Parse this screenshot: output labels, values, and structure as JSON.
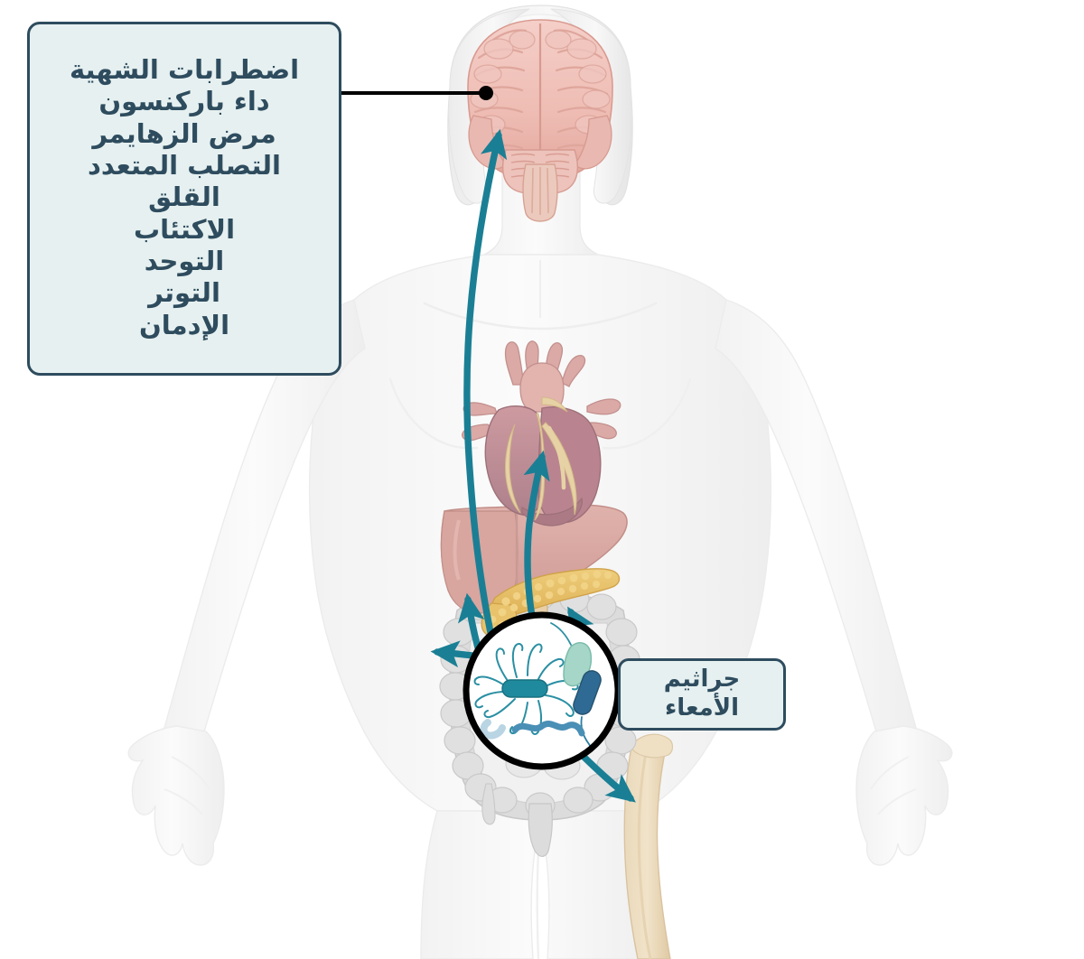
{
  "diagram": {
    "title_visible": false,
    "background_color": "#ffffff",
    "accent_teal": "#1a7f94",
    "label_text_color": "#2e4c5e",
    "label_fill_color": "#e6f0f0",
    "label_border_color": "#2e4c5e",
    "leader_line_color": "#000000"
  },
  "callouts": {
    "brain_conditions": {
      "name": "brain-conditions-callout",
      "lines": [
        "اضطرابات الشهية",
        "داء باركنسون",
        "مرض الزهايمر",
        "التصلب المتعدد",
        "القلق",
        "الاكتئاب",
        "التوحد",
        "التوتر",
        "الإدمان"
      ]
    },
    "gut_bacteria": {
      "name": "gut-bacteria-callout",
      "lines": [
        "جراثيم",
        "الأمعاء"
      ]
    }
  },
  "anatomy": {
    "body_silhouette": "female-body-silhouette",
    "organs": [
      {
        "name": "brain",
        "color": "#f0c3bd"
      },
      {
        "name": "heart",
        "color": "#bf8e97"
      },
      {
        "name": "liver",
        "color": "#dba9a3"
      },
      {
        "name": "pancreas",
        "color": "#e8c068"
      },
      {
        "name": "intestines",
        "color": "#d4d4d4"
      },
      {
        "name": "femur-bone",
        "color": "#e9d7b6"
      }
    ]
  },
  "microbes": [
    {
      "name": "flagellated-rod-bacterium",
      "color": "#1f8a9e"
    },
    {
      "name": "comma-bacterium",
      "color": "#a5d6c8"
    },
    {
      "name": "tailed-rod-bacterium",
      "color": "#2f6a94"
    },
    {
      "name": "spirochete-bacterium",
      "color": "#4a8fb5"
    },
    {
      "name": "pale-curved-bacterium",
      "color": "#b9d5e4"
    }
  ],
  "arrows": [
    {
      "name": "arrow-gut-to-brain",
      "target": "brain"
    },
    {
      "name": "arrow-gut-to-heart",
      "target": "heart"
    },
    {
      "name": "arrow-gut-to-liver",
      "target": "liver"
    },
    {
      "name": "arrow-gut-to-pancreas",
      "target": "pancreas"
    },
    {
      "name": "arrow-gut-to-colon-left",
      "target": "colon"
    },
    {
      "name": "arrow-gut-to-bone",
      "target": "femur-bone"
    }
  ]
}
